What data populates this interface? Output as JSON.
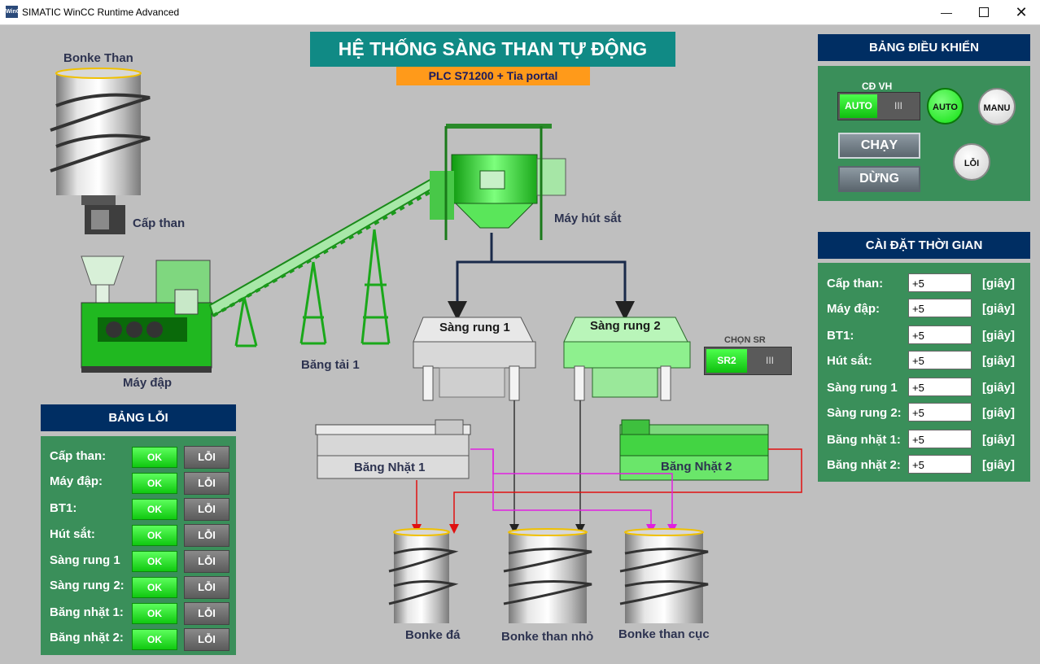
{
  "window": {
    "title": "SIMATIC WinCC Runtime Advanced",
    "app_icon": "wincc-icon",
    "controls": [
      "minimize-icon",
      "maximize-icon",
      "close-icon"
    ]
  },
  "header": {
    "title": "HỆ THỐNG SÀNG THAN TỰ ĐỘNG",
    "subtitle": "PLC S71200 + Tia portal"
  },
  "equipment": {
    "bonke_than": "Bonke Than",
    "cap_than": "Cấp than",
    "may_dap": "Máy đập",
    "bang_tai_1": "Băng tải 1",
    "may_hut_sat": "Máy hút sắt",
    "sang_rung_1": "Sàng rung 1",
    "sang_rung_2": "Sàng rung 2",
    "bang_nhat_1": "Băng Nhặt 1",
    "bang_nhat_2": "Băng Nhặt 2",
    "bonke_da": "Bonke đá",
    "bonke_than_nho": "Bonke than nhỏ",
    "bonke_than_cuc": "Bonke than cục"
  },
  "chon_sr": {
    "label": "CHỌN SR",
    "value": "SR2",
    "grip": "III"
  },
  "control_panel": {
    "title": "BẢNG ĐIỀU KHIỂN",
    "mode_label": "CĐ VH",
    "mode_toggle_value": "AUTO",
    "toggle_grip": "III",
    "auto_indicator": "AUTO",
    "manu_indicator": "MANU",
    "run_button": "CHẠY",
    "stop_button": "DỪNG",
    "error_indicator": "LỖI",
    "colors": {
      "active": "#1ee61e",
      "inactive": "#d9d9d9"
    }
  },
  "error_panel": {
    "title": "BẢNG LỖI",
    "ok_label": "OK",
    "err_label": "LỖI",
    "rows": [
      {
        "label": "Cấp than:"
      },
      {
        "label": "Máy đập:"
      },
      {
        "label": "BT1:"
      },
      {
        "label": "Hút sắt:"
      },
      {
        "label": "Sàng rung 1"
      },
      {
        "label": "Sàng rung 2:"
      },
      {
        "label": "Băng nhặt 1:"
      },
      {
        "label": "Băng nhặt 2:"
      }
    ]
  },
  "time_panel": {
    "title": "CÀI ĐẶT THỜI GIAN",
    "unit": "[giây]",
    "rows": [
      {
        "label": "Cấp than:",
        "value": "+5"
      },
      {
        "label": "Máy đập:",
        "value": "+5"
      },
      {
        "label": "BT1:",
        "value": "+5"
      },
      {
        "label": "Hút sắt:",
        "value": "+5"
      },
      {
        "label": "Sàng rung 1",
        "value": "+5"
      },
      {
        "label": "Sàng rung 2:",
        "value": "+5"
      },
      {
        "label": "Băng nhặt 1:",
        "value": "+5"
      },
      {
        "label": "Băng nhặt 2:",
        "value": "+5"
      }
    ]
  }
}
